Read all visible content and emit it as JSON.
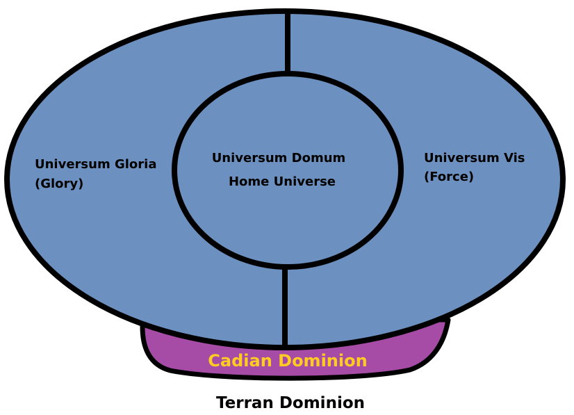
{
  "colors": {
    "universe_fill": "#6c90bf",
    "dominion_fill": "#a64ca6",
    "outline": "#000000",
    "cadian_text": "#ffcc22",
    "background": "#ffffff"
  },
  "regions": {
    "gloria": {
      "line1": "Universum Gloria",
      "line2": "(Glory)"
    },
    "domum": {
      "line1": "Universum Domum",
      "line2": "Home Universe"
    },
    "vis": {
      "line1": "Universum Vis",
      "line2": "(Force)"
    },
    "cadian": {
      "label": "Cadian Dominion"
    },
    "terran": {
      "label": "Terran Dominion"
    }
  }
}
